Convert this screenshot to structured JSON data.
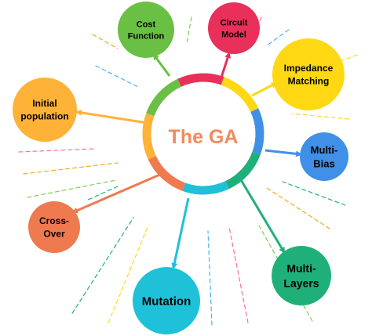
{
  "center": {
    "title": "The GA",
    "title_color": "#f08a5d",
    "ring_colors": [
      "#e8305a",
      "#ffd814",
      "#3f90e6",
      "#1fb07a",
      "#1ec1d8",
      "#ef7a50",
      "#ffb238",
      "#6abf45"
    ]
  },
  "nodes": [
    {
      "id": "cost-function",
      "lines": [
        "Cost",
        "Function"
      ],
      "color": "#6abf45"
    },
    {
      "id": "circuit-model",
      "lines": [
        "Circuit",
        "Model"
      ],
      "color": "#e8305a"
    },
    {
      "id": "impedance-matching",
      "lines": [
        "Impedance",
        "Matching"
      ],
      "color": "#ffd814"
    },
    {
      "id": "multi-bias",
      "lines": [
        "Multi-",
        "Bias"
      ],
      "color": "#3f90e6"
    },
    {
      "id": "multi-layers",
      "lines": [
        "Multi-",
        "Layers"
      ],
      "color": "#1fb07a"
    },
    {
      "id": "mutation",
      "lines": [
        "Mutation"
      ],
      "color": "#1ec1d8"
    },
    {
      "id": "cross-over",
      "lines": [
        "Cross-",
        "Over"
      ],
      "color": "#ef7a50"
    },
    {
      "id": "initial-population",
      "lines": [
        "Initial",
        "population"
      ],
      "color": "#ffb238"
    }
  ],
  "decor_colors": [
    "#f5a623",
    "#7ccf5a",
    "#ff6f91",
    "#48b3f0",
    "#ffd814",
    "#1fb07a"
  ]
}
